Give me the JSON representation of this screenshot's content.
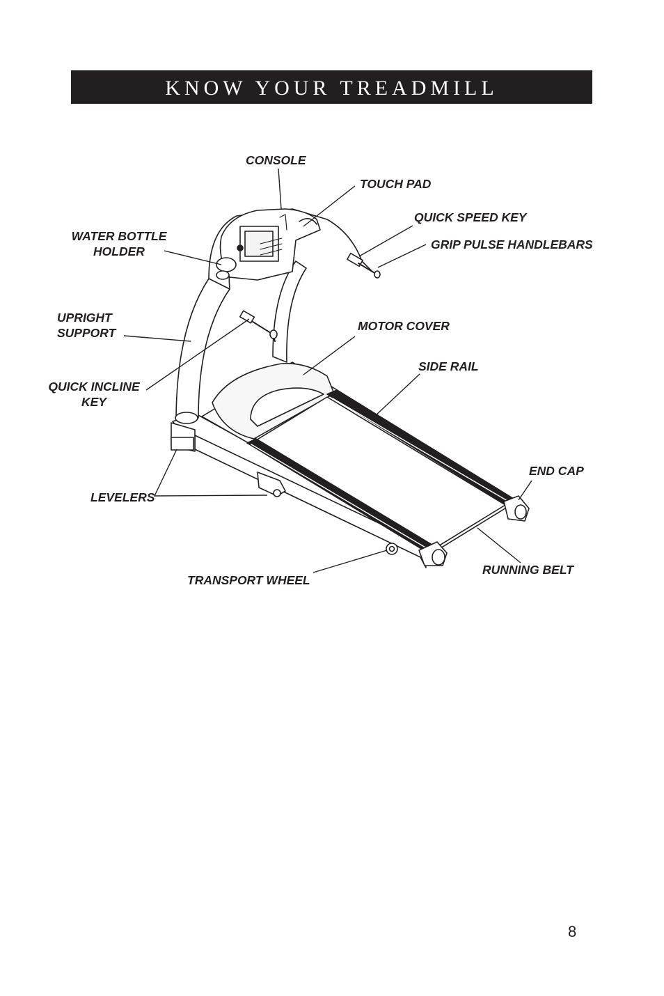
{
  "header": {
    "title": "KNOW YOUR TREADMILL"
  },
  "labels": {
    "console": "CONSOLE",
    "touch_pad": "TOUCH PAD",
    "quick_speed_key": "QUICK SPEED KEY",
    "grip_pulse_handlebars": "GRIP PULSE HANDLEBARS",
    "water_bottle_holder_1": "WATER BOTTLE",
    "water_bottle_holder_2": "HOLDER",
    "upright_support_1": "UPRIGHT",
    "upright_support_2": "SUPPORT",
    "motor_cover": "MOTOR COVER",
    "side_rail": "SIDE RAIL",
    "quick_incline_key_1": "QUICK INCLINE",
    "quick_incline_key_2": "KEY",
    "end_cap": "END CAP",
    "levelers": "LEVELERS",
    "running_belt": "RUNNING BELT",
    "transport_wheel": "TRANSPORT WHEEL"
  },
  "footer": {
    "page_number": "8"
  }
}
